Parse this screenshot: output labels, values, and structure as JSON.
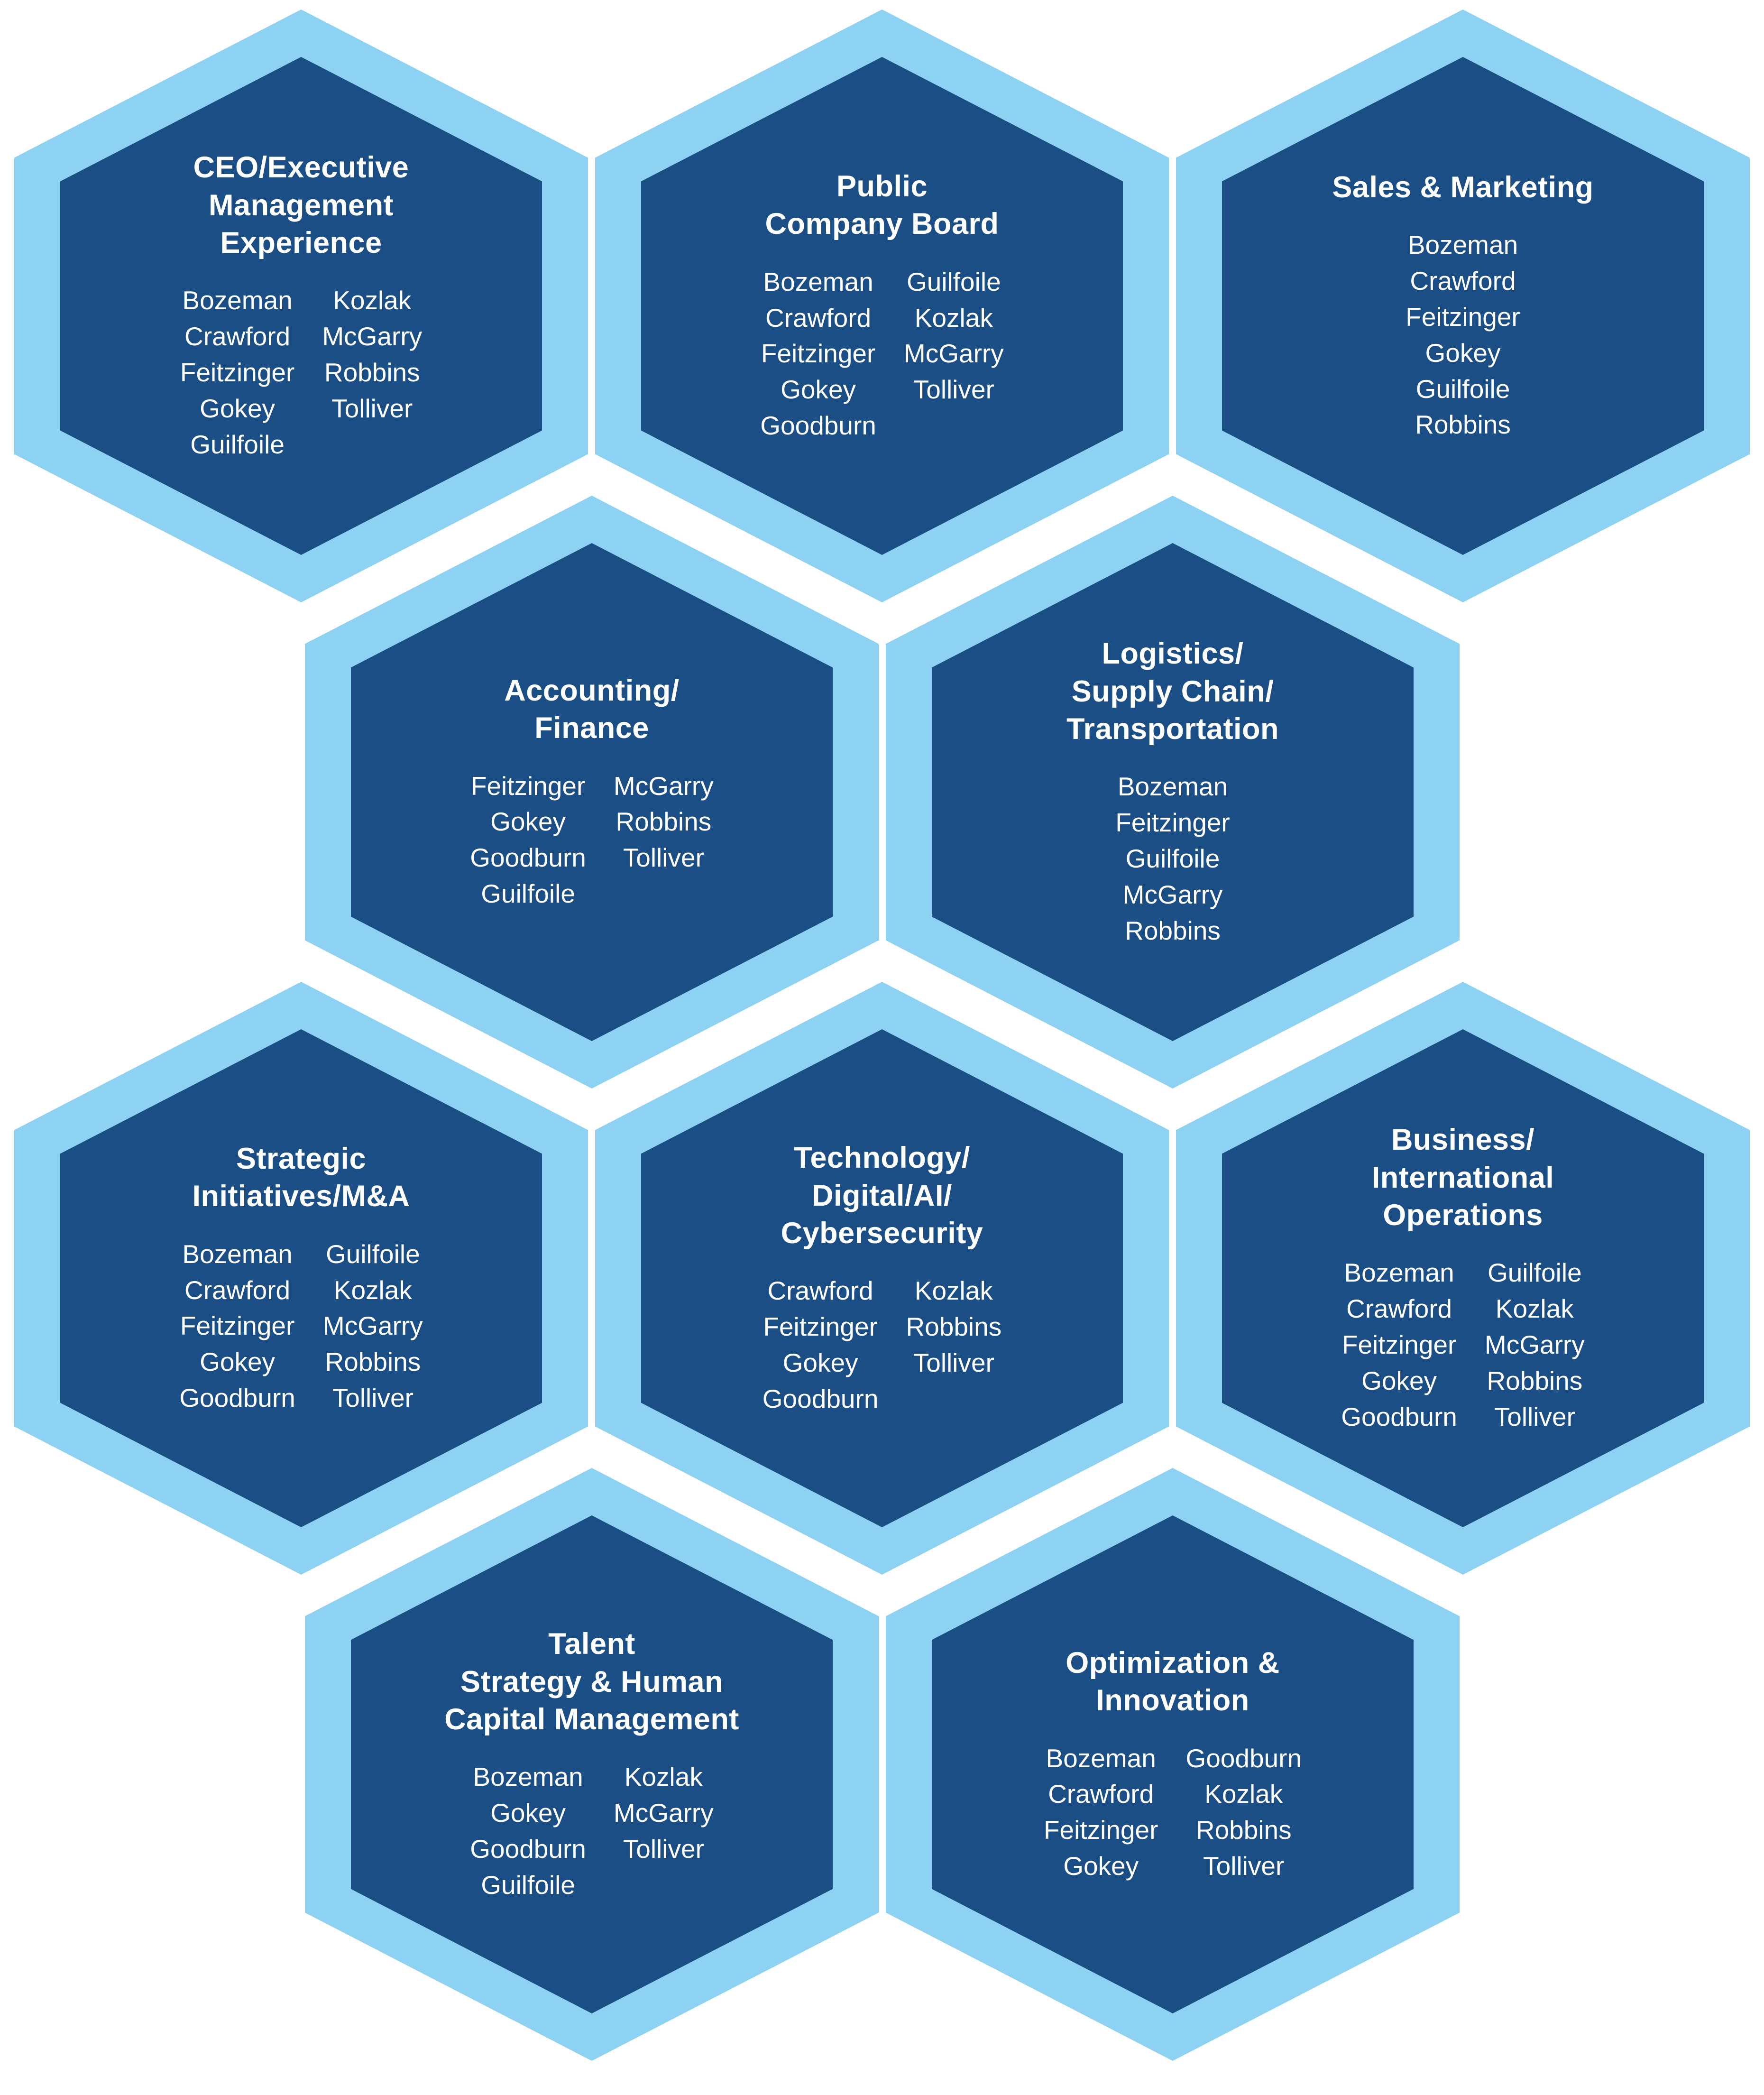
{
  "diagram": {
    "colors": {
      "frame": "#8ED2F3",
      "fill": "#1A4E84",
      "text": "#FFFFFF",
      "background": "#FFFFFF"
    },
    "hexagons": [
      {
        "id": "ceo-executive-management-experience",
        "title_lines": [
          "CEO/Executive",
          "Management",
          "Experience"
        ],
        "name_columns": [
          [
            "Bozeman",
            "Crawford",
            "Feitzinger",
            "Gokey",
            "Guilfoile"
          ],
          [
            "Kozlak",
            "McGarry",
            "Robbins",
            "Tolliver"
          ]
        ]
      },
      {
        "id": "public-company-board",
        "title_lines": [
          "Public",
          "Company Board"
        ],
        "name_columns": [
          [
            "Bozeman",
            "Crawford",
            "Feitzinger",
            "Gokey",
            "Goodburn"
          ],
          [
            "Guilfoile",
            "Kozlak",
            "McGarry",
            "Tolliver"
          ]
        ]
      },
      {
        "id": "sales-marketing",
        "title_lines": [
          "Sales & Marketing"
        ],
        "name_columns": [
          [
            "Bozeman",
            "Crawford",
            "Feitzinger",
            "Gokey",
            "Guilfoile",
            "Robbins"
          ]
        ]
      },
      {
        "id": "accounting-finance",
        "title_lines": [
          "Accounting/",
          "Finance"
        ],
        "name_columns": [
          [
            "Feitzinger",
            "Gokey",
            "Goodburn",
            "Guilfoile"
          ],
          [
            "McGarry",
            "Robbins",
            "Tolliver"
          ]
        ]
      },
      {
        "id": "logistics-supply-chain-transportation",
        "title_lines": [
          "Logistics/",
          "Supply Chain/",
          "Transportation"
        ],
        "name_columns": [
          [
            "Bozeman",
            "Feitzinger",
            "Guilfoile",
            "McGarry",
            "Robbins"
          ]
        ]
      },
      {
        "id": "strategic-initiatives-ma",
        "title_lines": [
          "Strategic",
          "Initiatives/M&A"
        ],
        "name_columns": [
          [
            "Bozeman",
            "Crawford",
            "Feitzinger",
            "Gokey",
            "Goodburn"
          ],
          [
            "Guilfoile",
            "Kozlak",
            "McGarry",
            "Robbins",
            "Tolliver"
          ]
        ]
      },
      {
        "id": "technology-digital-ai-cybersecurity",
        "title_lines": [
          "Technology/",
          "Digital/AI/",
          "Cybersecurity"
        ],
        "name_columns": [
          [
            "Crawford",
            "Feitzinger",
            "Gokey",
            "Goodburn"
          ],
          [
            "Kozlak",
            "Robbins",
            "Tolliver"
          ]
        ]
      },
      {
        "id": "business-international-operations",
        "title_lines": [
          "Business/",
          "International",
          "Operations"
        ],
        "name_columns": [
          [
            "Bozeman",
            "Crawford",
            "Feitzinger",
            "Gokey",
            "Goodburn"
          ],
          [
            "Guilfoile",
            "Kozlak",
            "McGarry",
            "Robbins",
            "Tolliver"
          ]
        ]
      },
      {
        "id": "talent-strategy-human-capital-management",
        "title_lines": [
          "Talent",
          "Strategy & Human",
          "Capital Management"
        ],
        "name_columns": [
          [
            "Bozeman",
            "Gokey",
            "Goodburn",
            "Guilfoile"
          ],
          [
            "Kozlak",
            "McGarry",
            "Tolliver"
          ]
        ]
      },
      {
        "id": "optimization-innovation",
        "title_lines": [
          "Optimization &",
          "Innovation"
        ],
        "name_columns": [
          [
            "Bozeman",
            "Crawford",
            "Feitzinger",
            "Gokey"
          ],
          [
            "Goodburn",
            "Kozlak",
            "Robbins",
            "Tolliver"
          ]
        ]
      }
    ]
  }
}
